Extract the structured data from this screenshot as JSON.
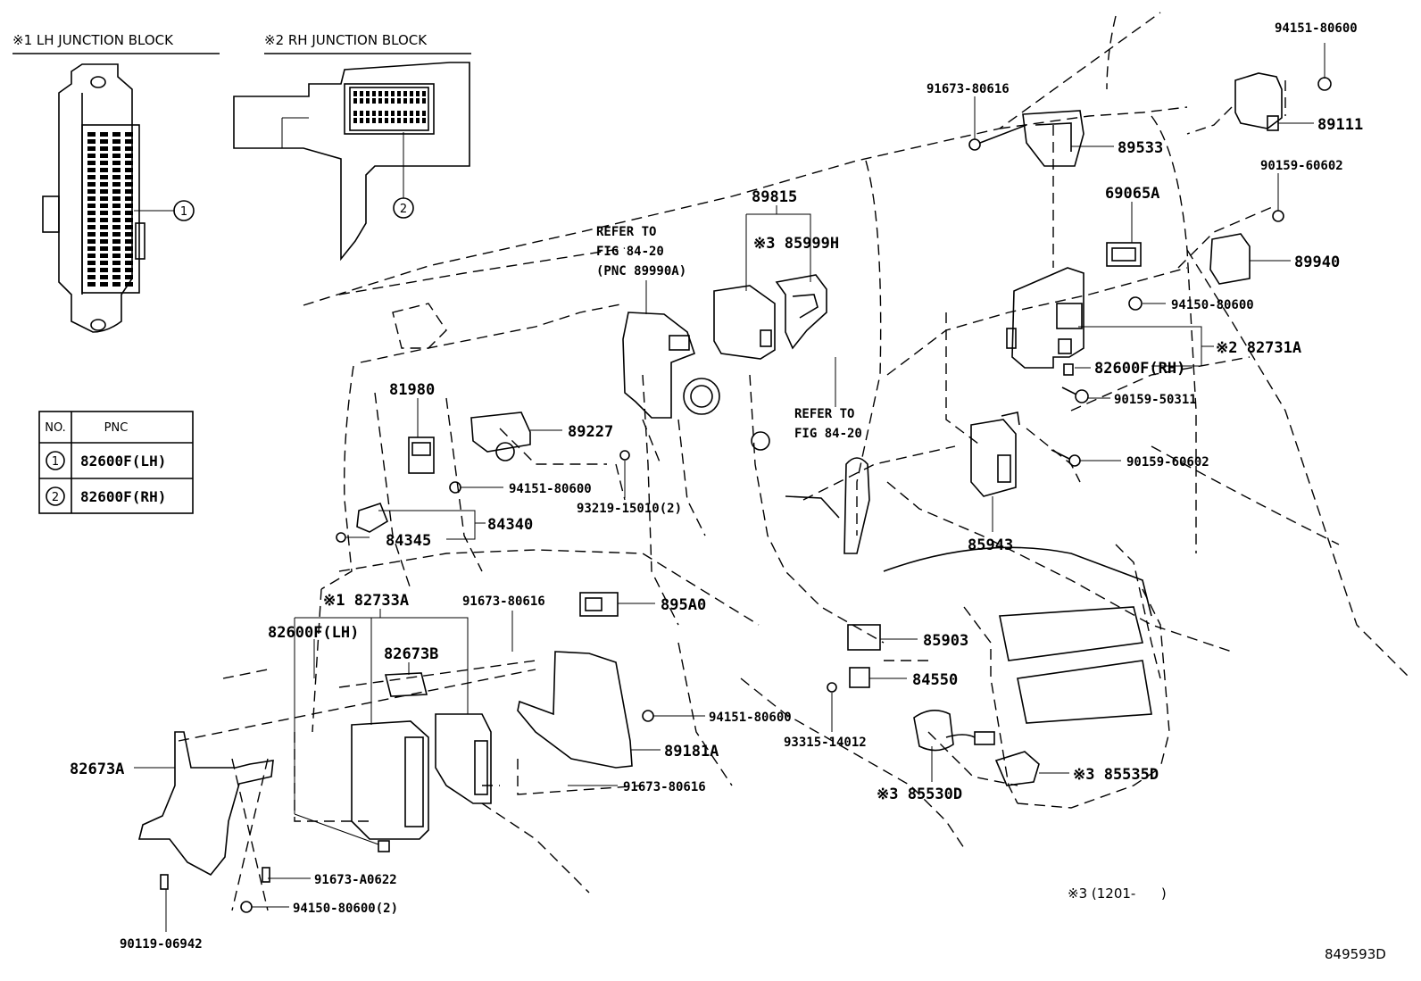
{
  "drawing_id": "849593D",
  "headers": {
    "lh_junction_block": "※1 LH JUNCTION BLOCK",
    "rh_junction_block": "※2 RH JUNCTION BLOCK"
  },
  "pnc_table": {
    "col_no": "NO.",
    "col_pnc": "PNC",
    "rows": [
      {
        "no": "1",
        "pnc": "82600F(LH)"
      },
      {
        "no": "2",
        "pnc": "82600F(RH)"
      }
    ]
  },
  "circled_refs": {
    "one": "1",
    "two": "2"
  },
  "references": {
    "refer_a_1": "REFER TO",
    "refer_a_2": "FIG 84-20",
    "refer_a_3": "(PNC 89990A)",
    "refer_b_1": "REFER TO",
    "refer_b_2": "FIG 84-20"
  },
  "labels": {
    "p94151_80600_top": "94151-80600",
    "p91673_80616_top": "91673-80616",
    "p89111": "89111",
    "p89533": "89533",
    "p90159_60602_top": "90159-60602",
    "p69065A": "69065A",
    "p89940": "89940",
    "p94150_80600": "94150-80600",
    "p82731A": "※2 82731A",
    "p82600F_RH": "82600F(RH)",
    "p90159_50311": "90159-50311",
    "p90159_60602_mid": "90159-60602",
    "p85943": "85943",
    "p89815": "89815",
    "p85999H": "※3 85999H",
    "p81980": "81980",
    "p89227": "89227",
    "p94151_80600_mid": "94151-80600",
    "p93219_15010": "93219-15010(2)",
    "p84340": "84340",
    "p84345": "84345",
    "p82733A": "※1 82733A",
    "p91673_80616_mid": "91673-80616",
    "p895A0": "895A0",
    "p82600F_LH": "82600F(LH)",
    "p82673B": "82673B",
    "p85903": "85903",
    "p84550": "84550",
    "p94151_80600_low": "94151-80600",
    "p93315_14012": "93315-14012",
    "p89181A": "89181A",
    "p85535D": "※3 85535D",
    "p85530D": "※3 85530D",
    "p91673_80616_low": "91673-80616",
    "p82673A": "82673A",
    "p91673_A0622": "91673-A0622",
    "p94150_80600_2": "94150-80600(2)",
    "p90119_06942": "90119-06942"
  },
  "footnote": "※3 (1201-      )"
}
